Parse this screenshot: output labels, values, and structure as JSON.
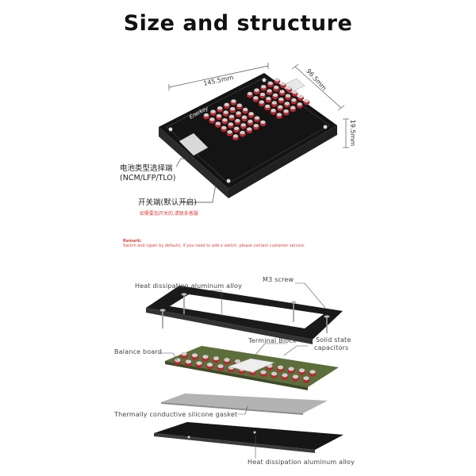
{
  "title": "Size and structure",
  "top_view": {
    "dim_length": "145.5mm",
    "dim_width": "96.5mm",
    "dim_height": "19.5mm",
    "brand": "Enerkey",
    "battery_type_port_cn": "电池类型选择端",
    "battery_type_port_en": "(NCM/LFP/TLO)",
    "switch_port_cn": "开关端(默认开启)",
    "switch_note_cn": "如需要加开关的,请联系客服",
    "remark_label": "Remark:",
    "remark_text": "Switch end (open by default), if you need to add a switch, please contact customer service."
  },
  "exploded_view": {
    "heat_sink_top": "Heat dissipation aluminum alloy",
    "m3_screw": "M3 screw",
    "terminal_block": "Terminal Block",
    "solid_state_capacitors_1": "Solid state",
    "solid_state_capacitors_2": "capacitors",
    "balance_board": "Balance board",
    "silicone_gasket": "Thermally conductive silicone gasket",
    "heat_sink_bottom": "Heat dissipation aluminum alloy"
  },
  "colors": {
    "board_black": "#141414",
    "capacitor_red": "#b8282f",
    "capacitor_silver": "#cfcfcf",
    "pcb_green": "#5c6e3a",
    "gasket_grey": "#b3b3b3",
    "remark_red": "#e0403a"
  }
}
